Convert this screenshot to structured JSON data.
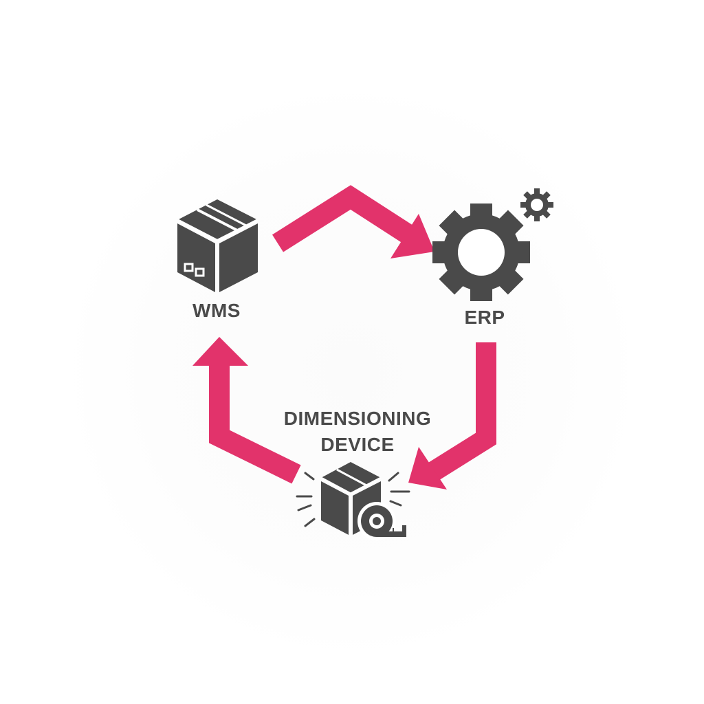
{
  "nodes": {
    "wms": {
      "label": "WMS",
      "icon": "package-box-icon"
    },
    "erp": {
      "label": "ERP",
      "icon": "gears-icon"
    },
    "dimensioning": {
      "label_line1": "DIMENSIONING",
      "label_line2": "DEVICE",
      "icon": "box-measuring-tape-icon"
    }
  },
  "edges": [
    {
      "from": "WMS",
      "to": "ERP"
    },
    {
      "from": "ERP",
      "to": "DIMENSIONING DEVICE"
    },
    {
      "from": "DIMENSIONING DEVICE",
      "to": "WMS"
    }
  ],
  "colors": {
    "arrow": "#e2336b",
    "icon": "#4a4a4a",
    "text": "#4a4a4a",
    "background": "#ffffff"
  }
}
